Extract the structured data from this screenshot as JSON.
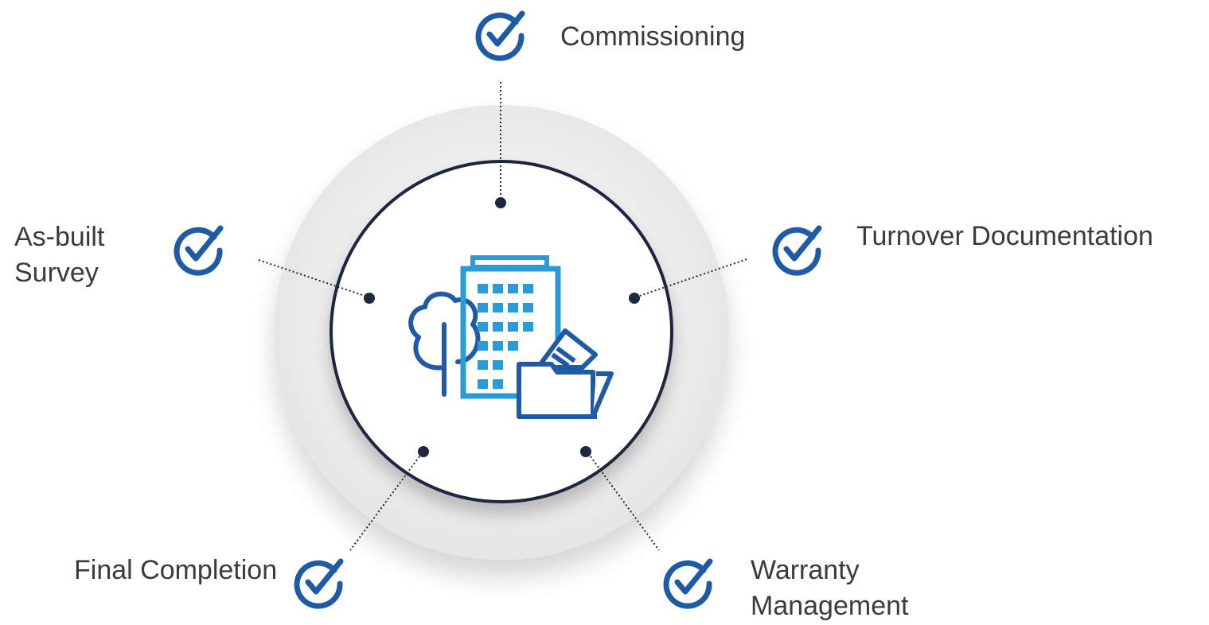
{
  "milestones": {
    "commissioning": {
      "lines": [
        "Commissioning"
      ],
      "icon": "check-circle-icon"
    },
    "turnover_documentation": {
      "lines": [
        "Turnover Documentation"
      ],
      "icon": "check-circle-icon"
    },
    "as_built_survey": {
      "lines": [
        "As-built",
        "Survey"
      ],
      "icon": "check-circle-icon"
    },
    "final_completion": {
      "lines": [
        "Final Completion"
      ],
      "icon": "check-circle-icon"
    },
    "warranty_management": {
      "lines": [
        "Warranty",
        "Management"
      ],
      "icon": "check-circle-icon"
    }
  },
  "center": {
    "icon": "building-tree-folder-icon"
  },
  "colors": {
    "check_blue": "#1f5aa6",
    "building_blue": "#2b9bd8",
    "folder_blue": "#1f5aa6",
    "ring_dark": "#1e2740",
    "dot_dark": "#1e2740",
    "text": "#3b3b3b",
    "halo": "#ececec"
  }
}
